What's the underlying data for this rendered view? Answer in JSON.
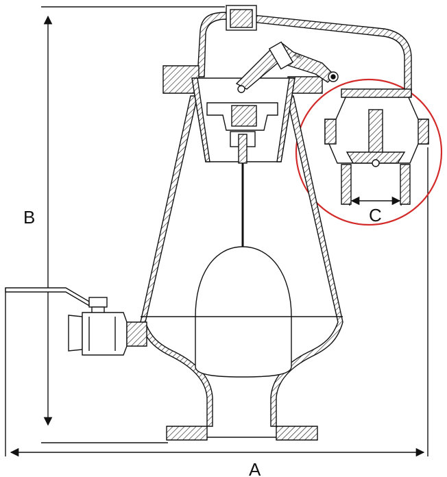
{
  "dimensions": {
    "a_label": "A",
    "b_label": "B",
    "c_label": "C"
  },
  "lever_marking": "ARI",
  "colors": {
    "line": "#111111",
    "highlight_circle": "#d32a2a",
    "background": "#ffffff"
  }
}
